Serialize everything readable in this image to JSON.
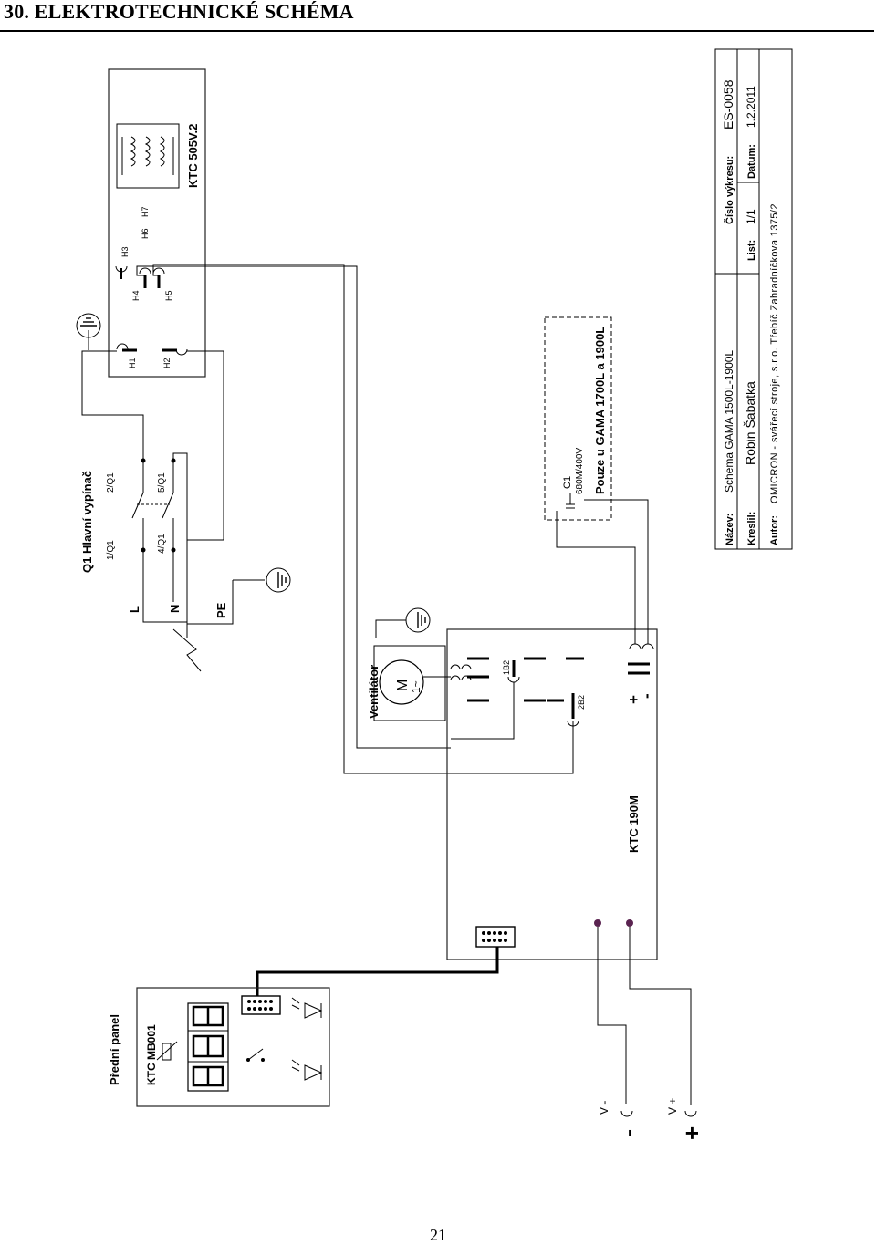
{
  "page": {
    "title": "30. ELEKTROTECHNICKÉ SCHÉMA",
    "number": "21"
  },
  "labels": {
    "ktc505": "KTC 505V.2",
    "h1": "H1",
    "h2": "H2",
    "h3": "H3",
    "h4": "H4",
    "h5": "H5",
    "h6": "H6",
    "h7": "H7",
    "q1_title": "Q1 Hlavní vypínač",
    "q1_1": "1/Q1",
    "q1_2": "2/Q1",
    "q1_4": "4/Q1",
    "q1_5": "5/Q1",
    "line_l": "L",
    "line_n": "N",
    "line_pe": "PE",
    "ventilator": "Ventilátor",
    "motor": "M",
    "motor_phase": "1~",
    "t1b2": "1B2",
    "t2b2": "2B2",
    "plus": "+",
    "minus": "-",
    "ktc190": "KTC 190M",
    "c1": "C1",
    "c1_value": "680M/400V",
    "option_note": "Pouze u GAMA 1700L a 1900L",
    "front_panel": "Přední panel",
    "ktc_mb001": "KTC MB001",
    "v_minus": "V -",
    "v_plus": "V +",
    "big_minus": "-",
    "big_plus": "+"
  },
  "title_block": {
    "nazev_label": "Název:",
    "nazev": "Schema GAMA 1500L-1900L",
    "cislo_label": "Číslo výkresu:",
    "cislo": "ES-0058",
    "kreslil_label": "Kreslil:",
    "kreslil": "Robin Šabatka",
    "list_label": "List:",
    "list": "1/1",
    "datum_label": "Datum:",
    "datum": "1.2.2011",
    "autor_label": "Autor:",
    "autor": "OMICRON - svářecí stroje, s.r.o. Třebíč Zahradníčkova 1375/2"
  }
}
